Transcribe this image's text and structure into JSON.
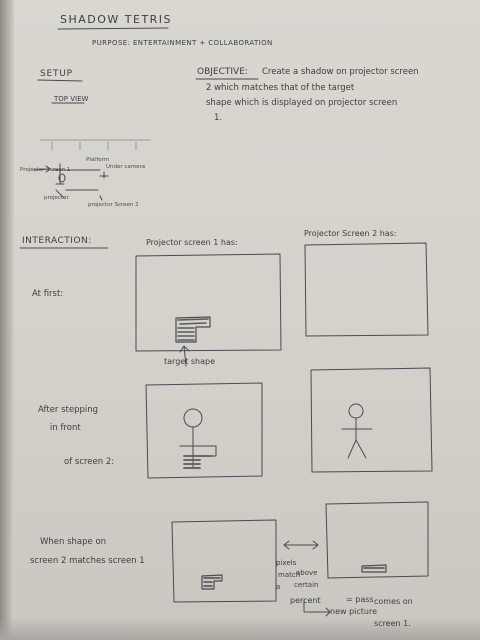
{
  "title": "SHADOW TETRIS",
  "purpose": "PURPOSE: ENTERTAINMENT + COLLABORATION",
  "setup": {
    "heading": "SETUP",
    "top_view": "TOP VIEW",
    "labels": {
      "screen1": "Projector Screen 1",
      "platform": "Platform",
      "camera": "Under camera",
      "projector": "projector",
      "screen2": "projector Screen 2"
    }
  },
  "objective": {
    "label": "OBJECTIVE:",
    "line1": "Create a shadow on projector screen",
    "line2": "2 which matches that of the target",
    "line3": "shape which is displayed on projector screen",
    "line4": "1."
  },
  "interaction": {
    "heading": "INTERACTION:",
    "col1": "Projector screen 1 has:",
    "col2": "Projector Screen 2 has:",
    "at_first": "At first:",
    "target_shape": "target shape",
    "after": [
      "After stepping",
      "in front",
      "of screen 2:"
    ],
    "when": [
      "When shape on",
      "screen 2 matches screen 1"
    ],
    "pixels_note": [
      "pixels",
      "match",
      "a",
      "above",
      "certain",
      "percent",
      "= pass",
      "new picture",
      "comes on",
      "screen 1."
    ]
  }
}
